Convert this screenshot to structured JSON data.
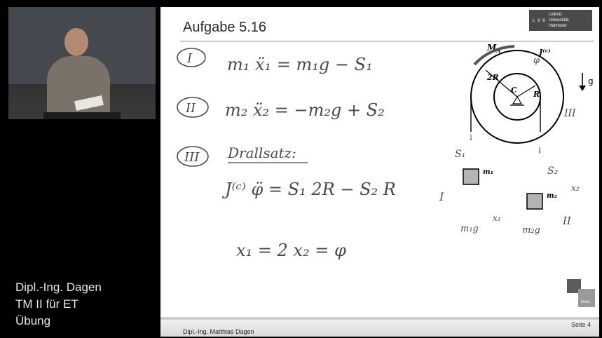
{
  "sidebar": {
    "lines": [
      "Dipl.-Ing. Dagen",
      "TM II für ET",
      "Übung"
    ]
  },
  "slide": {
    "title": "Aufgabe 5.16",
    "logo": {
      "mark": "L U H",
      "line1": "Leibniz",
      "line2": "Universität",
      "line3": "Hannover"
    },
    "equations": {
      "label_I": "I",
      "label_II": "II",
      "label_III": "III",
      "eq1": "m₁ ẍ₁ = m₁g − S₁",
      "eq2": "m₂ ẍ₂ = −m₂g + S₂",
      "heading3": "Drallsatz:",
      "eq3": "J⁽ᶜ⁾ φ̈ = S₁ 2R − S₂ R",
      "eq4": "x₁  =  2 x₂  =  φ"
    },
    "diagram": {
      "moment": "M",
      "moment_sub": "A",
      "inertia": "J⁽ᶜ⁾",
      "gravity": "g",
      "radius_outer": "2R",
      "radius_inner": "R",
      "center": "C",
      "phi": "φ",
      "mass1": "m₁",
      "mass2": "m₂",
      "s1": "S₁",
      "s2": "S₂",
      "x1": "x₁",
      "x2": "x₂",
      "w1": "m₁g",
      "w2": "m₂g",
      "roman1": "I",
      "roman2": "II",
      "roman3": "III"
    },
    "imes_text": "imes",
    "footer_author": "Dipl.-Ing. Matthias Dagen",
    "footer_page": "Seite 4"
  }
}
